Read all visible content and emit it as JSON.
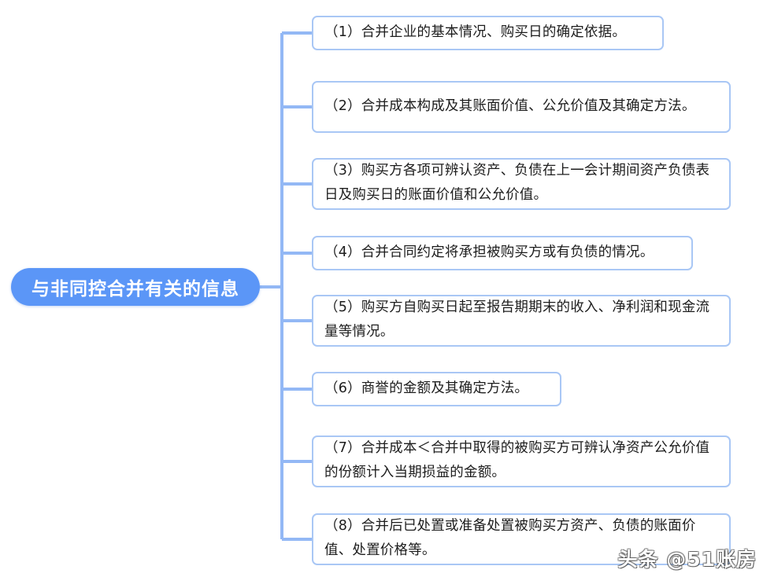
{
  "diagram": {
    "type": "mind-map",
    "orientation": "left-to-right",
    "colors": {
      "root_fill": "#5b96f7",
      "root_text": "#ffffff",
      "node_border": "#a9c7f5",
      "node_fill": "#ffffff",
      "node_text": "#1d1d1d",
      "connector": "#93b8f5",
      "background": "#ffffff"
    },
    "root": {
      "label": "与非同控合并有关的信息"
    },
    "branches": [
      {
        "index": "1",
        "label": "（1）合并企业的基本情况、购买日的确定依据。"
      },
      {
        "index": "2",
        "label": "（2）合并成本构成及其账面价值、公允价值及其确定方法。"
      },
      {
        "index": "3",
        "label": "（3）购买方各项可辨认资产、负债在上一会计期间资产负债表日及购买日的账面价值和公允价值。"
      },
      {
        "index": "4",
        "label": "（4）合并合同约定将承担被购买方或有负债的情况。"
      },
      {
        "index": "5",
        "label": "（5）购买方自购买日起至报告期期末的收入、净利润和现金流量等情况。"
      },
      {
        "index": "6",
        "label": "（6）商誉的金额及其确定方法。"
      },
      {
        "index": "7",
        "label": "（7）合并成本＜合并中取得的被购买方可辨认净资产公允价值的份额计入当期损益的金额。"
      },
      {
        "index": "8",
        "label": "（8）合并后已处置或准备处置被购买方资产、负债的账面价值、处置价格等。"
      }
    ]
  },
  "watermark": {
    "text": "头条 @51账房"
  }
}
